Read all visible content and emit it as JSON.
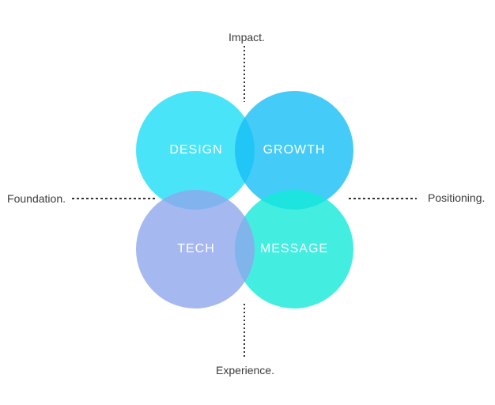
{
  "colors": {
    "background": "#ffffff",
    "line": "#333333",
    "axis_text": "#3b3b3b",
    "circle_text": "#ffffff",
    "design_overlap_growth": "#21c6f6",
    "growth_overlap_message": "#1ee4de",
    "tech_overlap_design": "#81b2ee",
    "tech_overlap_message": "#7fb4ea"
  },
  "axes": {
    "top": "Impact.",
    "left": "Foundation.",
    "right": "Positioning.",
    "bottom": "Experience."
  },
  "circles": [
    {
      "label": "DESIGN",
      "position": "top-left",
      "fill": "rgba(29,221,246,0.8)"
    },
    {
      "label": "GROWTH",
      "position": "top-right",
      "fill": "rgba(23,190,245,0.8)"
    },
    {
      "label": "TECH",
      "position": "bottom-left",
      "fill": "rgba(143,166,236,0.8)"
    },
    {
      "label": "MESSAGE",
      "position": "bottom-right",
      "fill": "rgba(20,234,216,0.8)"
    }
  ]
}
